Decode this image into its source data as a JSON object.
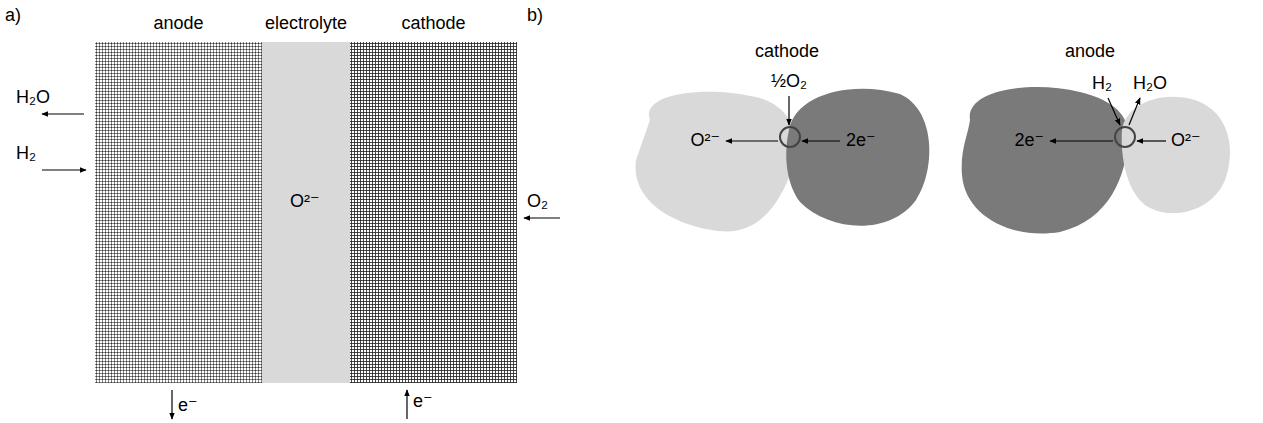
{
  "diagram": {
    "nodes": [
      {
        "text": [
          "anode"
        ]
      },
      {
        "text": [
          "electrolyte"
        ]
      },
      {
        "text": [
          "cathode"
        ]
      }
    ],
    "labels": [
      "a)",
      "H₂O",
      "H₂",
      "O²⁻",
      "O₂",
      "e⁻",
      "e⁻",
      "b)",
      "cathode",
      "½O₂",
      "O²⁻",
      "2e⁻",
      "anode",
      "H₂",
      "H₂O",
      "2e⁻",
      "O²⁻"
    ]
  }
}
